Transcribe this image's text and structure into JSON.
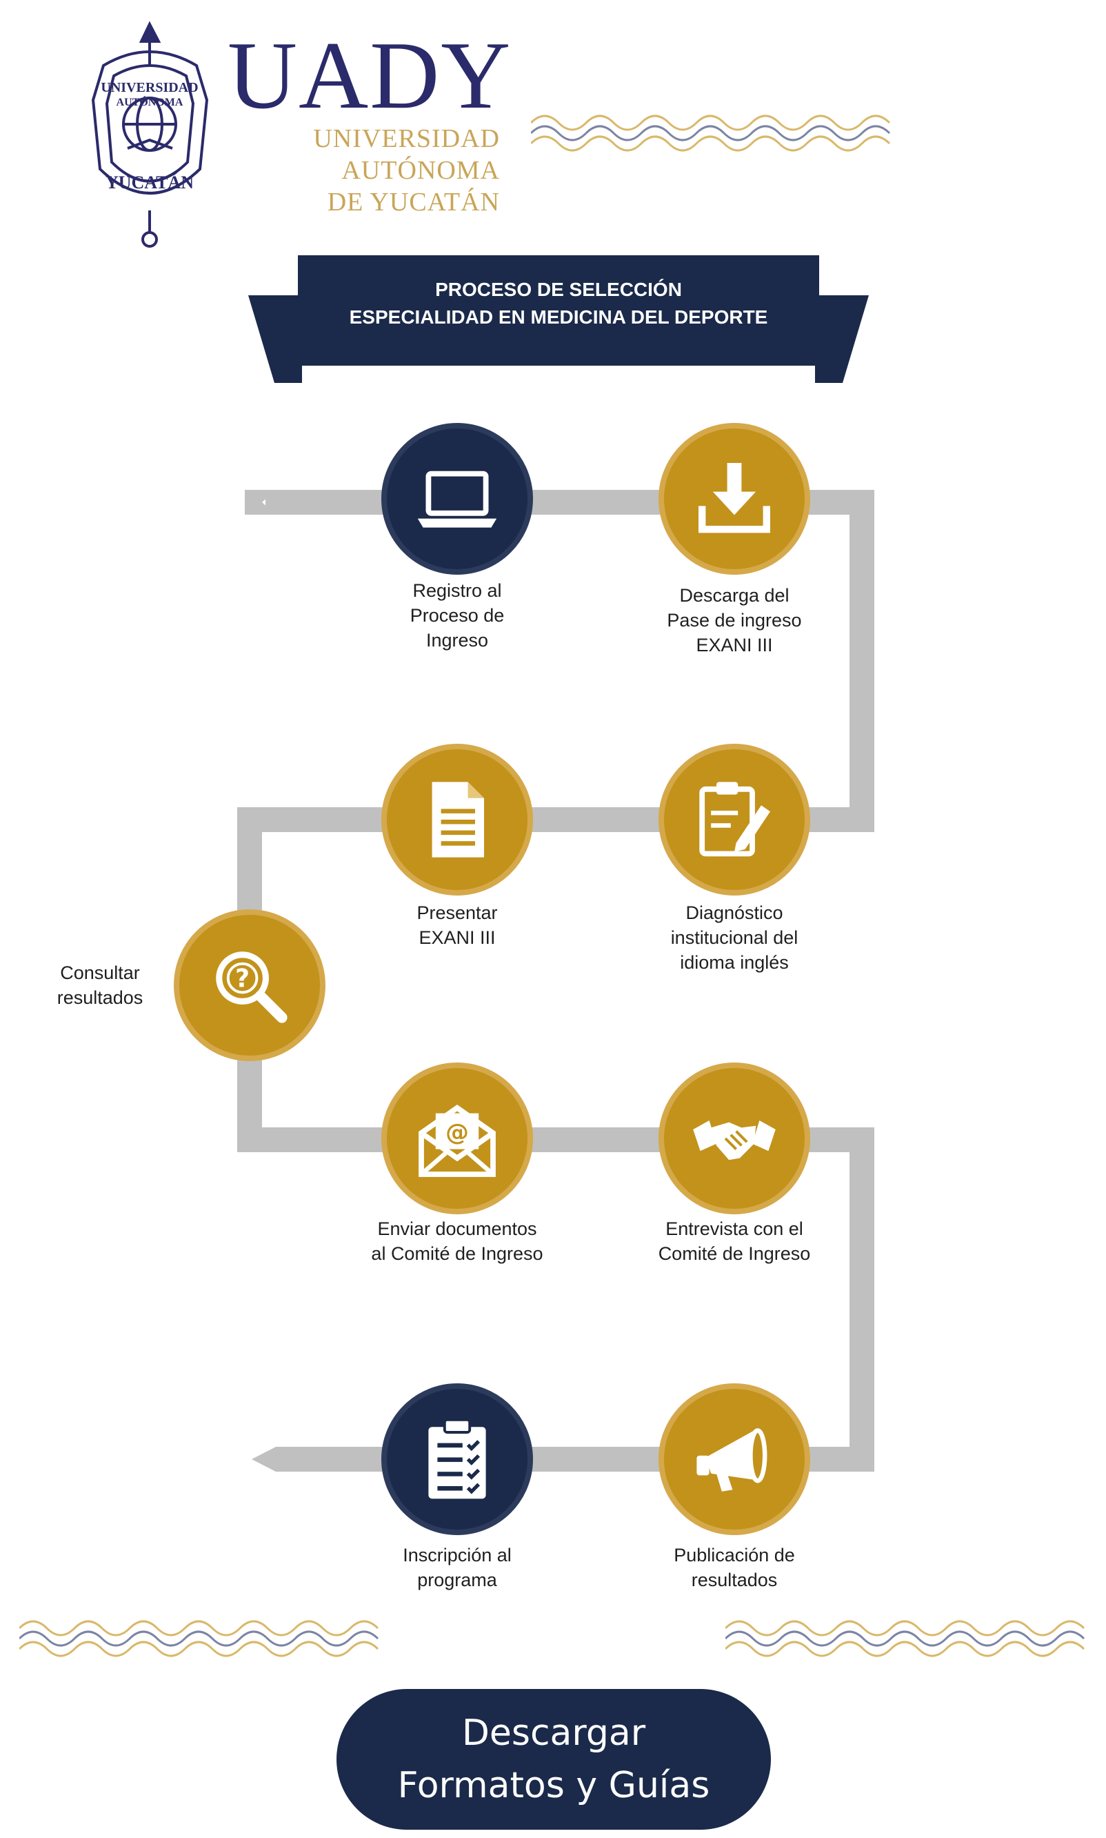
{
  "header": {
    "brand": "UADY",
    "brand_lines": [
      "UNIVERSIDAD",
      "AUTÓNOMA",
      "DE YUCATÁN"
    ],
    "seal_text": [
      "UNIVERSIDAD",
      "AUTÓNOMA",
      "YUCATÁN"
    ]
  },
  "title": {
    "line1": "PROCESO DE SELECCIÓN",
    "line2": "ESPECIALIDAD EN MEDICINA DEL DEPORTE"
  },
  "steps": [
    {
      "id": "registro",
      "label_lines": [
        "Registro al",
        "Proceso de",
        "Ingreso"
      ],
      "color": "navy",
      "icon": "laptop-icon"
    },
    {
      "id": "descarga",
      "label_lines": [
        "Descarga del",
        "Pase de ingreso",
        "EXANI III"
      ],
      "color": "gold",
      "icon": "download-icon"
    },
    {
      "id": "diagnostico",
      "label_lines": [
        "Diagnóstico",
        "institucional del",
        "idioma inglés"
      ],
      "color": "gold",
      "icon": "clipboard-pencil-icon"
    },
    {
      "id": "presentar",
      "label_lines": [
        "Presentar",
        "EXANI III"
      ],
      "color": "gold",
      "icon": "document-icon"
    },
    {
      "id": "consultar",
      "label_lines": [
        "Consultar",
        "resultados"
      ],
      "color": "gold",
      "icon": "magnifier-question-icon"
    },
    {
      "id": "enviar",
      "label_lines": [
        "Enviar documentos",
        "al Comité de Ingreso"
      ],
      "color": "gold",
      "icon": "email-envelope-icon"
    },
    {
      "id": "entrevista",
      "label_lines": [
        "Entrevista con el",
        "Comité de Ingreso"
      ],
      "color": "gold",
      "icon": "handshake-icon"
    },
    {
      "id": "publicacion",
      "label_lines": [
        "Publicación de",
        "resultados"
      ],
      "color": "gold",
      "icon": "megaphone-icon"
    },
    {
      "id": "inscripcion",
      "label_lines": [
        "Inscripción al",
        "programa"
      ],
      "color": "navy",
      "icon": "checklist-icon"
    }
  ],
  "download_button": {
    "lines": [
      "Descargar",
      "Formatos y Guías"
    ]
  },
  "colors": {
    "navy": "#1b2a4a",
    "gold": "#c2921a",
    "path": "#c0c0c0",
    "brand": "#2b2a6b",
    "brand_sub": "#c9a558"
  }
}
